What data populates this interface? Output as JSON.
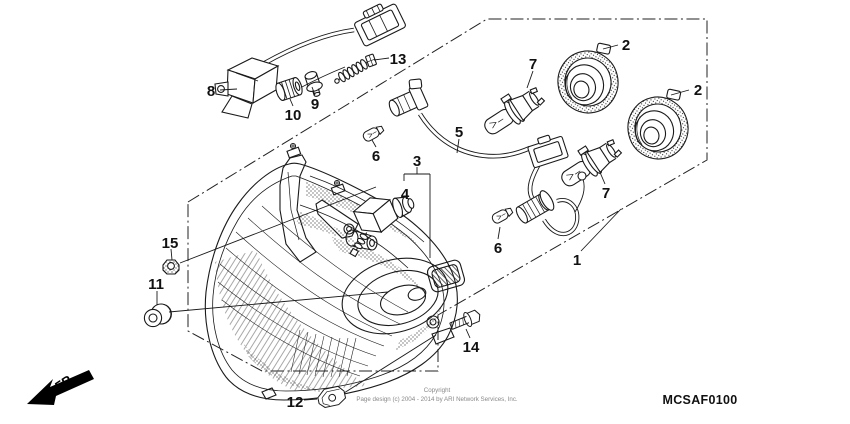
{
  "diagram": {
    "code": "MCSAF0100",
    "fr_label": "FR.",
    "copyright": {
      "line1": "Copyright",
      "line2": "Page design (c) 2004 - 2014 by ARI Network Services, Inc."
    },
    "callouts": [
      {
        "label": "8"
      },
      {
        "label": "9"
      },
      {
        "label": "10"
      },
      {
        "label": "13"
      },
      {
        "label": "6"
      },
      {
        "label": "3"
      },
      {
        "label": "4"
      },
      {
        "label": "5"
      },
      {
        "label": "6"
      },
      {
        "label": "7"
      },
      {
        "label": "7"
      },
      {
        "label": "2"
      },
      {
        "label": "2"
      },
      {
        "label": "1"
      },
      {
        "label": "15"
      },
      {
        "label": "11"
      },
      {
        "label": "12"
      },
      {
        "label": "14"
      }
    ]
  }
}
